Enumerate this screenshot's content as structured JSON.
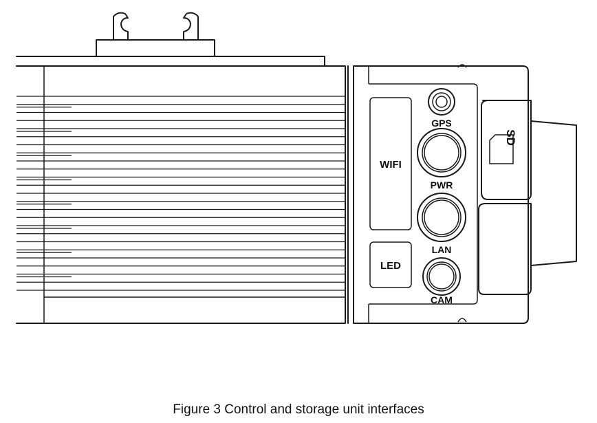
{
  "figure": {
    "caption": "Figure 3 Control and storage unit interfaces",
    "labels": {
      "wifi": "WIFI",
      "led": "LED",
      "gps": "GPS",
      "pwr": "PWR",
      "lan": "LAN",
      "cam": "CAM",
      "sd": "SD"
    }
  }
}
